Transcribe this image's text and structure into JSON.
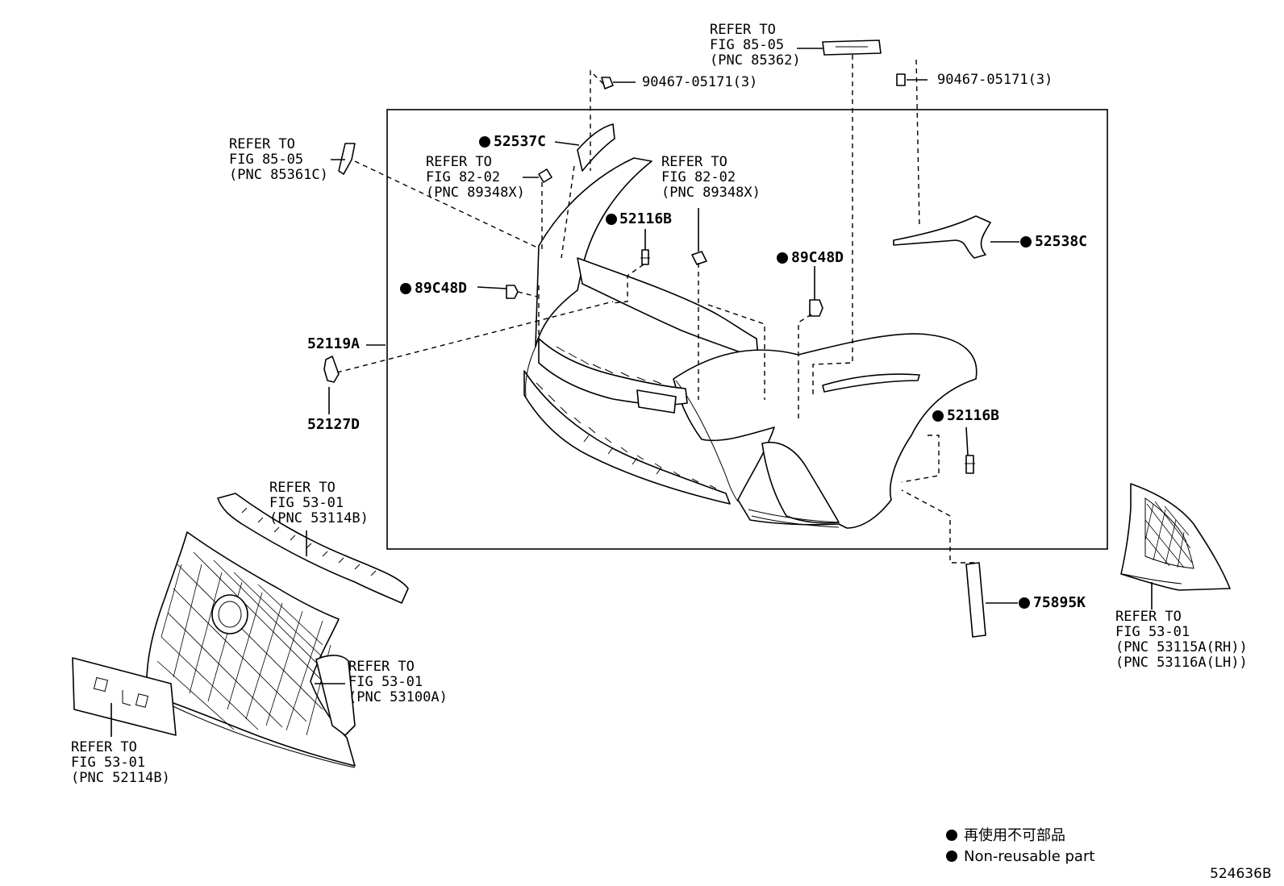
{
  "refer_to": {
    "fig8505_top": [
      "REFER TO",
      "FIG 85-05",
      "(PNC 85362)"
    ],
    "fig8505_left": [
      "REFER TO",
      "FIG 85-05",
      "(PNC 85361C)"
    ],
    "fig8202_left": [
      "REFER TO",
      "FIG 82-02",
      "(PNC 89348X)"
    ],
    "fig8202_right": [
      "REFER TO",
      "FIG 82-02",
      "(PNC 89348X)"
    ],
    "fig5301_upper": [
      "REFER TO",
      "FIG 53-01",
      "(PNC 53114B)"
    ],
    "fig5301_grille": [
      "REFER TO",
      "FIG 53-01",
      "(PNC 53100A)"
    ],
    "fig5301_plate": [
      "REFER TO",
      "FIG 53-01",
      "(PNC 52114B)"
    ],
    "fig5301_fog": [
      "REFER TO",
      "FIG 53-01",
      "(PNC 53115A(RH))",
      "(PNC 53116A(LH))"
    ]
  },
  "parts": {
    "clip_left": "90467-05171(3)",
    "clip_right": "90467-05171(3)",
    "p52537c": "52537C",
    "p52538c": "52538C",
    "p52116b_top": "52116B",
    "p52116b_right": "52116B",
    "p89c48d_left": "89C48D",
    "p89c48d_right": "89C48D",
    "p52119a": "52119A",
    "p52127d": "52127D",
    "p75895k": "75895K"
  },
  "legend": {
    "jp": "再使用不可部品",
    "en": "Non-reusable part"
  },
  "figure_id": "524636B"
}
